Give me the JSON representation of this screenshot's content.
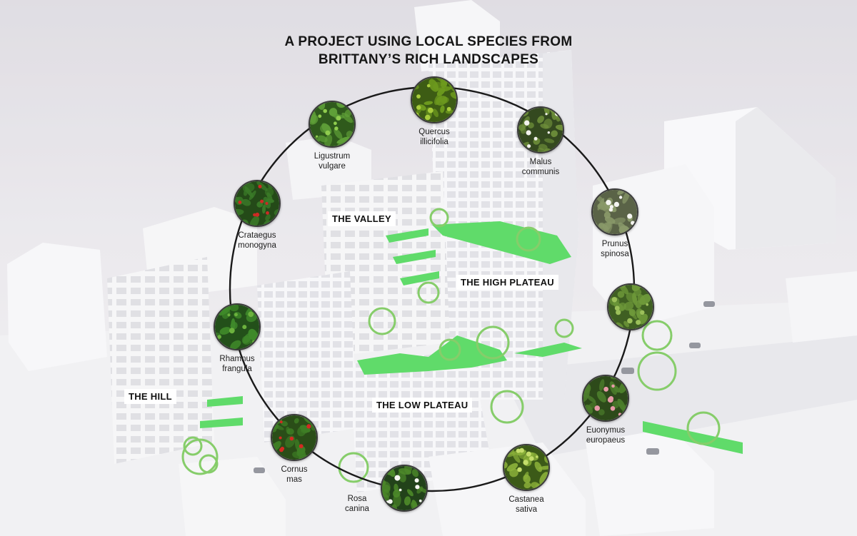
{
  "title": {
    "line1": "A PROJECT USING LOCAL SPECIES FROM",
    "line2": "BRITTANY’S RICH LANDSCAPES"
  },
  "zones": [
    {
      "id": "valley",
      "label": "THE VALLEY"
    },
    {
      "id": "high-plateau",
      "label": "THE HIGH PLATEAU"
    },
    {
      "id": "hill",
      "label": "THE HILL"
    },
    {
      "id": "low-plateau",
      "label": "THE LOW PLATEAU"
    }
  ],
  "species": [
    {
      "id": "quercus",
      "line1": "Quercus",
      "line2": "illicifolia",
      "leaf": "#6d9a1e",
      "bg": "#3d5c14",
      "accent": "#a8cc3c"
    },
    {
      "id": "malus",
      "line1": "Malus",
      "line2": "communis",
      "leaf": "#6e8f3a",
      "bg": "#34491f",
      "accent": "#f2f2ec"
    },
    {
      "id": "prunus",
      "line1": "Prunus",
      "line2": "spinosa",
      "leaf": "#8a9a6a",
      "bg": "#5a6347",
      "accent": "#f4f4f0"
    },
    {
      "id": "unnamed-tree",
      "line1": "",
      "line2": "",
      "leaf": "#6f9a3a",
      "bg": "#3f5f22",
      "accent": "#9cc05a"
    },
    {
      "id": "euonymus",
      "line1": "Euonymus",
      "line2": "europaeus",
      "leaf": "#4d7f2c",
      "bg": "#2d4a1a",
      "accent": "#e79aa8"
    },
    {
      "id": "castanea",
      "line1": "Castanea",
      "line2": "sativa",
      "leaf": "#8cb23a",
      "bg": "#3c5a18",
      "accent": "#c4dd6a"
    },
    {
      "id": "rosa",
      "line1": "Rosa",
      "line2": "canina",
      "leaf": "#4d8a2a",
      "bg": "#22421a",
      "accent": "#f6f6f2"
    },
    {
      "id": "cornus",
      "line1": "Cornus",
      "line2": "mas",
      "leaf": "#3f7f25",
      "bg": "#2a4d18",
      "accent": "#d42a22"
    },
    {
      "id": "rhamnus",
      "line1": "Rhamnus",
      "line2": "frangula",
      "leaf": "#3f8a2a",
      "bg": "#23501a",
      "accent": "#6cb23e"
    },
    {
      "id": "crataegus",
      "line1": "Crataegus",
      "line2": "monogyna",
      "leaf": "#3a7a28",
      "bg": "#244a18",
      "accent": "#cc2a24"
    },
    {
      "id": "ligustrum",
      "line1": "Ligustrum",
      "line2": "vulgare",
      "leaf": "#5fa038",
      "bg": "#2f5a1c",
      "accent": "#8fcc4e"
    }
  ],
  "colors": {
    "ring": "#1a1a1a",
    "roof_green": "#3ed44a",
    "model_white": "#f7f7f8",
    "model_shadow": "#d8d8dc"
  }
}
